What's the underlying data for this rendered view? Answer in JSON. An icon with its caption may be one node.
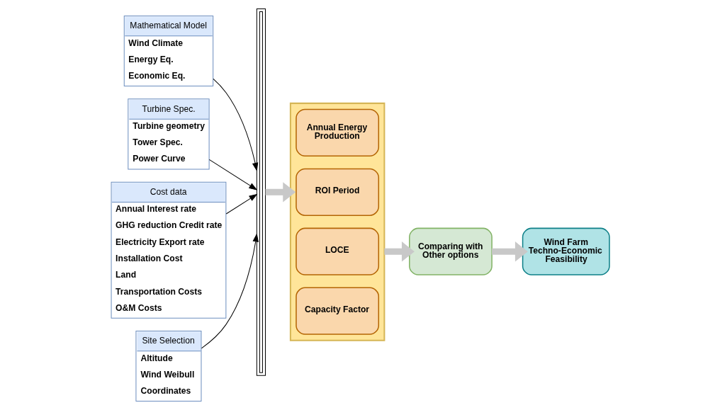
{
  "diagram": {
    "nodes": [
      {
        "text": [
          "Mathematical Model",
          "Wind Climate",
          "Energy Eq.",
          "Economic Eq."
        ]
      },
      {
        "text": [
          "Turbine Spec.",
          "Turbine geometry",
          "Tower Spec.",
          "Power Curve"
        ]
      },
      {
        "text": [
          "Cost data",
          "Annual Interest rate",
          "GHG reduction Credit rate",
          "Electricity Export rate",
          "Installation Cost",
          "Land",
          "Transportation Costs",
          "O&M Costs"
        ]
      },
      {
        "text": [
          "Site Selection",
          "Altitude",
          "Wind Weibull",
          "Coordinates"
        ]
      },
      {
        "text": [],
        "shape": "bar"
      },
      {
        "text": [],
        "shape": "box"
      },
      {
        "text": [
          "Annual Energy Production"
        ],
        "in": 5
      },
      {
        "text": [
          "ROI Period"
        ],
        "in": 5
      },
      {
        "text": [
          "LOCE"
        ],
        "in": 5
      },
      {
        "text": [
          "Capacity Factor"
        ],
        "in": 5
      },
      {
        "text": [
          "Comparing with Other options"
        ]
      },
      {
        "text": [
          "Wind Farm Techno-Economic Feasibility"
        ]
      }
    ],
    "edges": [
      {
        "from": 0,
        "to": 4,
        "arrow": "to"
      },
      {
        "from": 1,
        "to": 4,
        "arrow": "to"
      },
      {
        "from": 2,
        "to": 4,
        "arrow": "to"
      },
      {
        "from": 3,
        "to": 4,
        "arrow": "to"
      },
      {
        "from": 4,
        "to": 5,
        "arrow": "to",
        "style": "thick",
        "color": "#c8c8c8"
      },
      {
        "from": 5,
        "to": 10,
        "arrow": "to",
        "style": "thick",
        "color": "#c8c8c8"
      },
      {
        "from": 10,
        "to": 11,
        "arrow": "to",
        "style": "thick",
        "color": "#c8c8c8"
      }
    ]
  }
}
